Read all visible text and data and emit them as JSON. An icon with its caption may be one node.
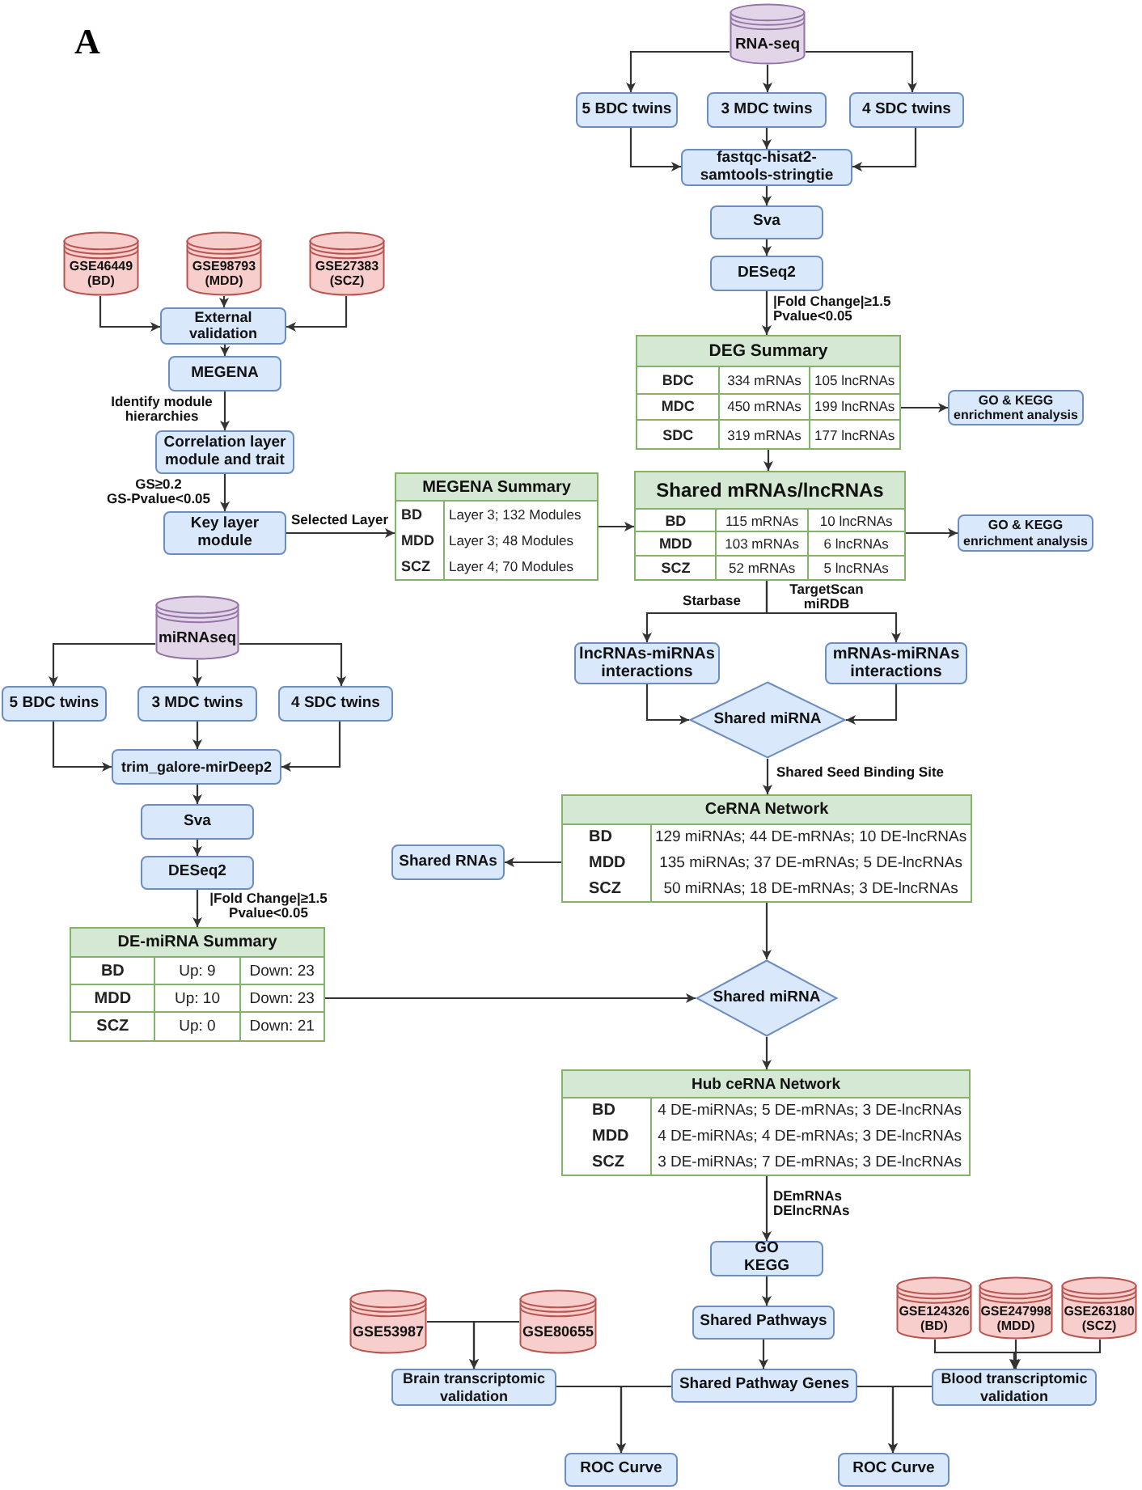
{
  "diagram": {
    "nodes": [
      {
        "text": [
          "RNA-seq"
        ]
      },
      {
        "text": [
          "5 BDC twins"
        ]
      },
      {
        "text": [
          "3 MDC twins"
        ]
      },
      {
        "text": [
          "4 SDC twins"
        ]
      },
      {
        "text": [
          "fastqc-hisat2-samtools-stringtie"
        ]
      },
      {
        "text": [
          "Sva"
        ]
      },
      {
        "text": [
          "DESeq2"
        ]
      },
      {
        "text": [
          "DEG Summary",
          "BDC",
          "334 mRNAs",
          "105 lncRNAs",
          "MDC",
          "450 mRNAs",
          "199 lncRNAs",
          "SDC",
          "319 mRNAs",
          "177 lncRNAs"
        ]
      },
      {
        "text": [
          "GO & KEGG enrichment analysis"
        ]
      },
      {
        "text": [
          "GSE46449 (BD)"
        ]
      },
      {
        "text": [
          "GSE98793 (MDD)"
        ]
      },
      {
        "text": [
          "GSE27383 (SCZ)"
        ]
      },
      {
        "text": [
          "External validation"
        ]
      },
      {
        "text": [
          "MEGENA"
        ]
      },
      {
        "text": [
          "Correlation layer module and trait"
        ]
      },
      {
        "text": [
          "Key layer module"
        ]
      },
      {
        "text": [
          "MEGENA Summary",
          "BD",
          "Layer 3; 132 Modules",
          "MDD",
          "Layer 3; 48 Modules",
          "SCZ",
          "Layer 4; 70 Modules"
        ]
      },
      {
        "text": [
          "Shared mRNAs/lncRNAs",
          "BD",
          "115 mRNAs",
          "10 lncRNAs",
          "MDD",
          "103 mRNAs",
          "6 lncRNAs",
          "SCZ",
          "52 mRNAs",
          "5 lncRNAs"
        ]
      },
      {
        "text": [
          "GO & KEGG enrichment analysis"
        ]
      },
      {
        "text": [
          "lncRNAs-miRNAs interactions"
        ]
      },
      {
        "text": [
          "mRNAs-miRNAs interactions"
        ]
      },
      {
        "text": [
          "Shared miRNA"
        ]
      },
      {
        "text": [
          "CeRNA Network",
          "BD",
          "129 miRNAs; 44 DE-mRNAs; 10 DE-lncRNAs",
          "MDD",
          "135 miRNAs; 37 DE-mRNAs; 5 DE-lncRNAs",
          "SCZ",
          "50 miRNAs; 18 DE-mRNAs; 3 DE-lncRNAs"
        ]
      },
      {
        "text": [
          "Shared RNAs"
        ]
      },
      {
        "text": [
          "miRNAseq"
        ]
      },
      {
        "text": [
          "5 BDC twins"
        ]
      },
      {
        "text": [
          "3 MDC twins"
        ]
      },
      {
        "text": [
          "4 SDC twins"
        ]
      },
      {
        "text": [
          "trim_galore-mirDeep2"
        ]
      },
      {
        "text": [
          "Sva"
        ]
      },
      {
        "text": [
          "DESeq2"
        ]
      },
      {
        "text": [
          "DE-miRNA Summary",
          "BD",
          "Up: 9",
          "Down: 23",
          "MDD",
          "Up: 10",
          "Down: 23",
          "SCZ",
          "Up: 0",
          "Down: 21"
        ]
      },
      {
        "text": [
          "Shared miRNA"
        ]
      },
      {
        "text": [
          "Hub ceRNA Network",
          "BD",
          "4 DE-miRNAs; 5 DE-mRNAs; 3 DE-lncRNAs",
          "MDD",
          "4 DE-miRNAs; 4 DE-mRNAs; 3 DE-lncRNAs",
          "SCZ",
          "3 DE-miRNAs; 7 DE-mRNAs; 3 DE-lncRNAs"
        ]
      },
      {
        "text": [
          "GO KEGG"
        ]
      },
      {
        "text": [
          "Shared Pathways"
        ]
      },
      {
        "text": [
          "GSE53987"
        ]
      },
      {
        "text": [
          "GSE80655"
        ]
      },
      {
        "text": [
          "GSE124326 (BD)"
        ]
      },
      {
        "text": [
          "GSE247998 (MDD)"
        ]
      },
      {
        "text": [
          "GSE263180 (SCZ)"
        ]
      },
      {
        "text": [
          "Brain transcriptomic validation"
        ]
      },
      {
        "text": [
          "Shared Pathway Genes"
        ]
      },
      {
        "text": [
          "Blood transcriptomic validation"
        ]
      },
      {
        "text": [
          "ROC Curve"
        ]
      },
      {
        "text": [
          "ROC Curve"
        ]
      }
    ],
    "edges": [
      {
        "from": 0,
        "to": 1,
        "arrow": "to"
      },
      {
        "from": 0,
        "to": 2,
        "arrow": "to"
      },
      {
        "from": 0,
        "to": 3,
        "arrow": "to"
      },
      {
        "from": 1,
        "to": 4,
        "arrow": "to"
      },
      {
        "from": 2,
        "to": 4,
        "arrow": "to"
      },
      {
        "from": 3,
        "to": 4,
        "arrow": "to"
      },
      {
        "from": 4,
        "to": 5,
        "arrow": "to"
      },
      {
        "from": 5,
        "to": 6,
        "arrow": "to"
      },
      {
        "from": 6,
        "to": 7,
        "arrow": "to",
        "label": "|Fold Change|≥1.5 Pvalue<0.05"
      },
      {
        "from": 7,
        "to": 8,
        "arrow": "to"
      },
      {
        "from": 7,
        "to": 17,
        "arrow": "to"
      },
      {
        "from": 9,
        "to": 12,
        "arrow": "to"
      },
      {
        "from": 10,
        "to": 12,
        "arrow": "to"
      },
      {
        "from": 11,
        "to": 12,
        "arrow": "to"
      },
      {
        "from": 12,
        "to": 13,
        "arrow": "to"
      },
      {
        "from": 13,
        "to": 14,
        "arrow": "to",
        "label": "Identify module hierarchies"
      },
      {
        "from": 14,
        "to": 15,
        "arrow": "to",
        "label": "GS≥0.2 GS-Pvalue<0.05"
      },
      {
        "from": 15,
        "to": 16,
        "arrow": "to",
        "label": "Selected Layer"
      },
      {
        "from": 16,
        "to": 17,
        "arrow": "to"
      },
      {
        "from": 17,
        "to": 18,
        "arrow": "to"
      },
      {
        "from": 17,
        "to": 19,
        "arrow": "to",
        "label": "Starbase"
      },
      {
        "from": 17,
        "to": 20,
        "arrow": "to",
        "label": "TargetScan miRDB"
      },
      {
        "from": 19,
        "to": 21,
        "arrow": "to"
      },
      {
        "from": 20,
        "to": 21,
        "arrow": "to"
      },
      {
        "from": 21,
        "to": 22,
        "arrow": "to",
        "label": "Shared Seed Binding Site"
      },
      {
        "from": 22,
        "to": 23,
        "arrow": "to"
      },
      {
        "from": 22,
        "to": 32,
        "arrow": "to"
      },
      {
        "from": 24,
        "to": 25,
        "arrow": "to"
      },
      {
        "from": 24,
        "to": 26,
        "arrow": "to"
      },
      {
        "from": 24,
        "to": 27,
        "arrow": "to"
      },
      {
        "from": 25,
        "to": 28,
        "arrow": "to"
      },
      {
        "from": 26,
        "to": 28,
        "arrow": "to"
      },
      {
        "from": 27,
        "to": 28,
        "arrow": "to"
      },
      {
        "from": 28,
        "to": 29,
        "arrow": "to"
      },
      {
        "from": 29,
        "to": 30,
        "arrow": "to"
      },
      {
        "from": 30,
        "to": 31,
        "arrow": "to",
        "label": "|Fold Change|≥1.5 Pvalue<0.05"
      },
      {
        "from": 31,
        "to": 32,
        "arrow": "to"
      },
      {
        "from": 32,
        "to": 33,
        "arrow": "to"
      },
      {
        "from": 33,
        "to": 34,
        "arrow": "to",
        "label": "DEmRNAs DElncRNAs"
      },
      {
        "from": 34,
        "to": 35,
        "arrow": "to"
      },
      {
        "from": 35,
        "to": 42,
        "arrow": "to"
      },
      {
        "from": 36,
        "to": 41,
        "arrow": "to"
      },
      {
        "from": 37,
        "to": 41,
        "arrow": "to"
      },
      {
        "from": 38,
        "to": 43,
        "arrow": "to"
      },
      {
        "from": 39,
        "to": 43,
        "arrow": "to"
      },
      {
        "from": 40,
        "to": 43,
        "arrow": "to"
      },
      {
        "from": 41,
        "to": 44,
        "arrow": "to"
      },
      {
        "from": 42,
        "to": 44,
        "arrow": "to"
      },
      {
        "from": 42,
        "to": 45,
        "arrow": "to"
      },
      {
        "from": 43,
        "to": 45,
        "arrow": "to"
      }
    ],
    "labels": [
      "A"
    ]
  }
}
